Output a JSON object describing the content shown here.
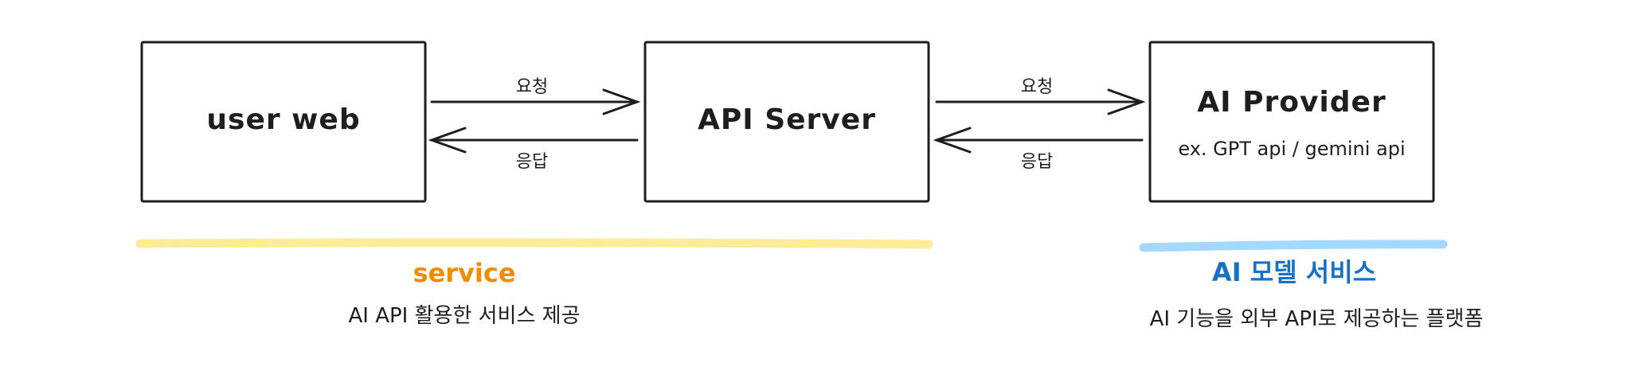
{
  "boxes": {
    "user_web": {
      "label": "user web"
    },
    "api_server": {
      "label": "API Server"
    },
    "ai_provider": {
      "label": "AI Provider",
      "sublabel": "ex. GPT api / gemini api"
    }
  },
  "arrows": {
    "web_to_server": "요청",
    "server_to_web": "응답",
    "server_to_provider": "요청",
    "provider_to_server": "응답"
  },
  "groups": {
    "service": {
      "title": "service",
      "description": "AI API 활용한 서비스 제공",
      "title_color": "#f08c00",
      "bar_color": "#ffec99"
    },
    "ai_model": {
      "title": "AI 모델 서비스",
      "description": "AI 기능을 외부 API로 제공하는 플랫폼",
      "title_color": "#1971c2",
      "bar_color": "#a5d8ff"
    }
  },
  "colors": {
    "stroke": "#1e1e1e",
    "text": "#1e1e1e"
  }
}
